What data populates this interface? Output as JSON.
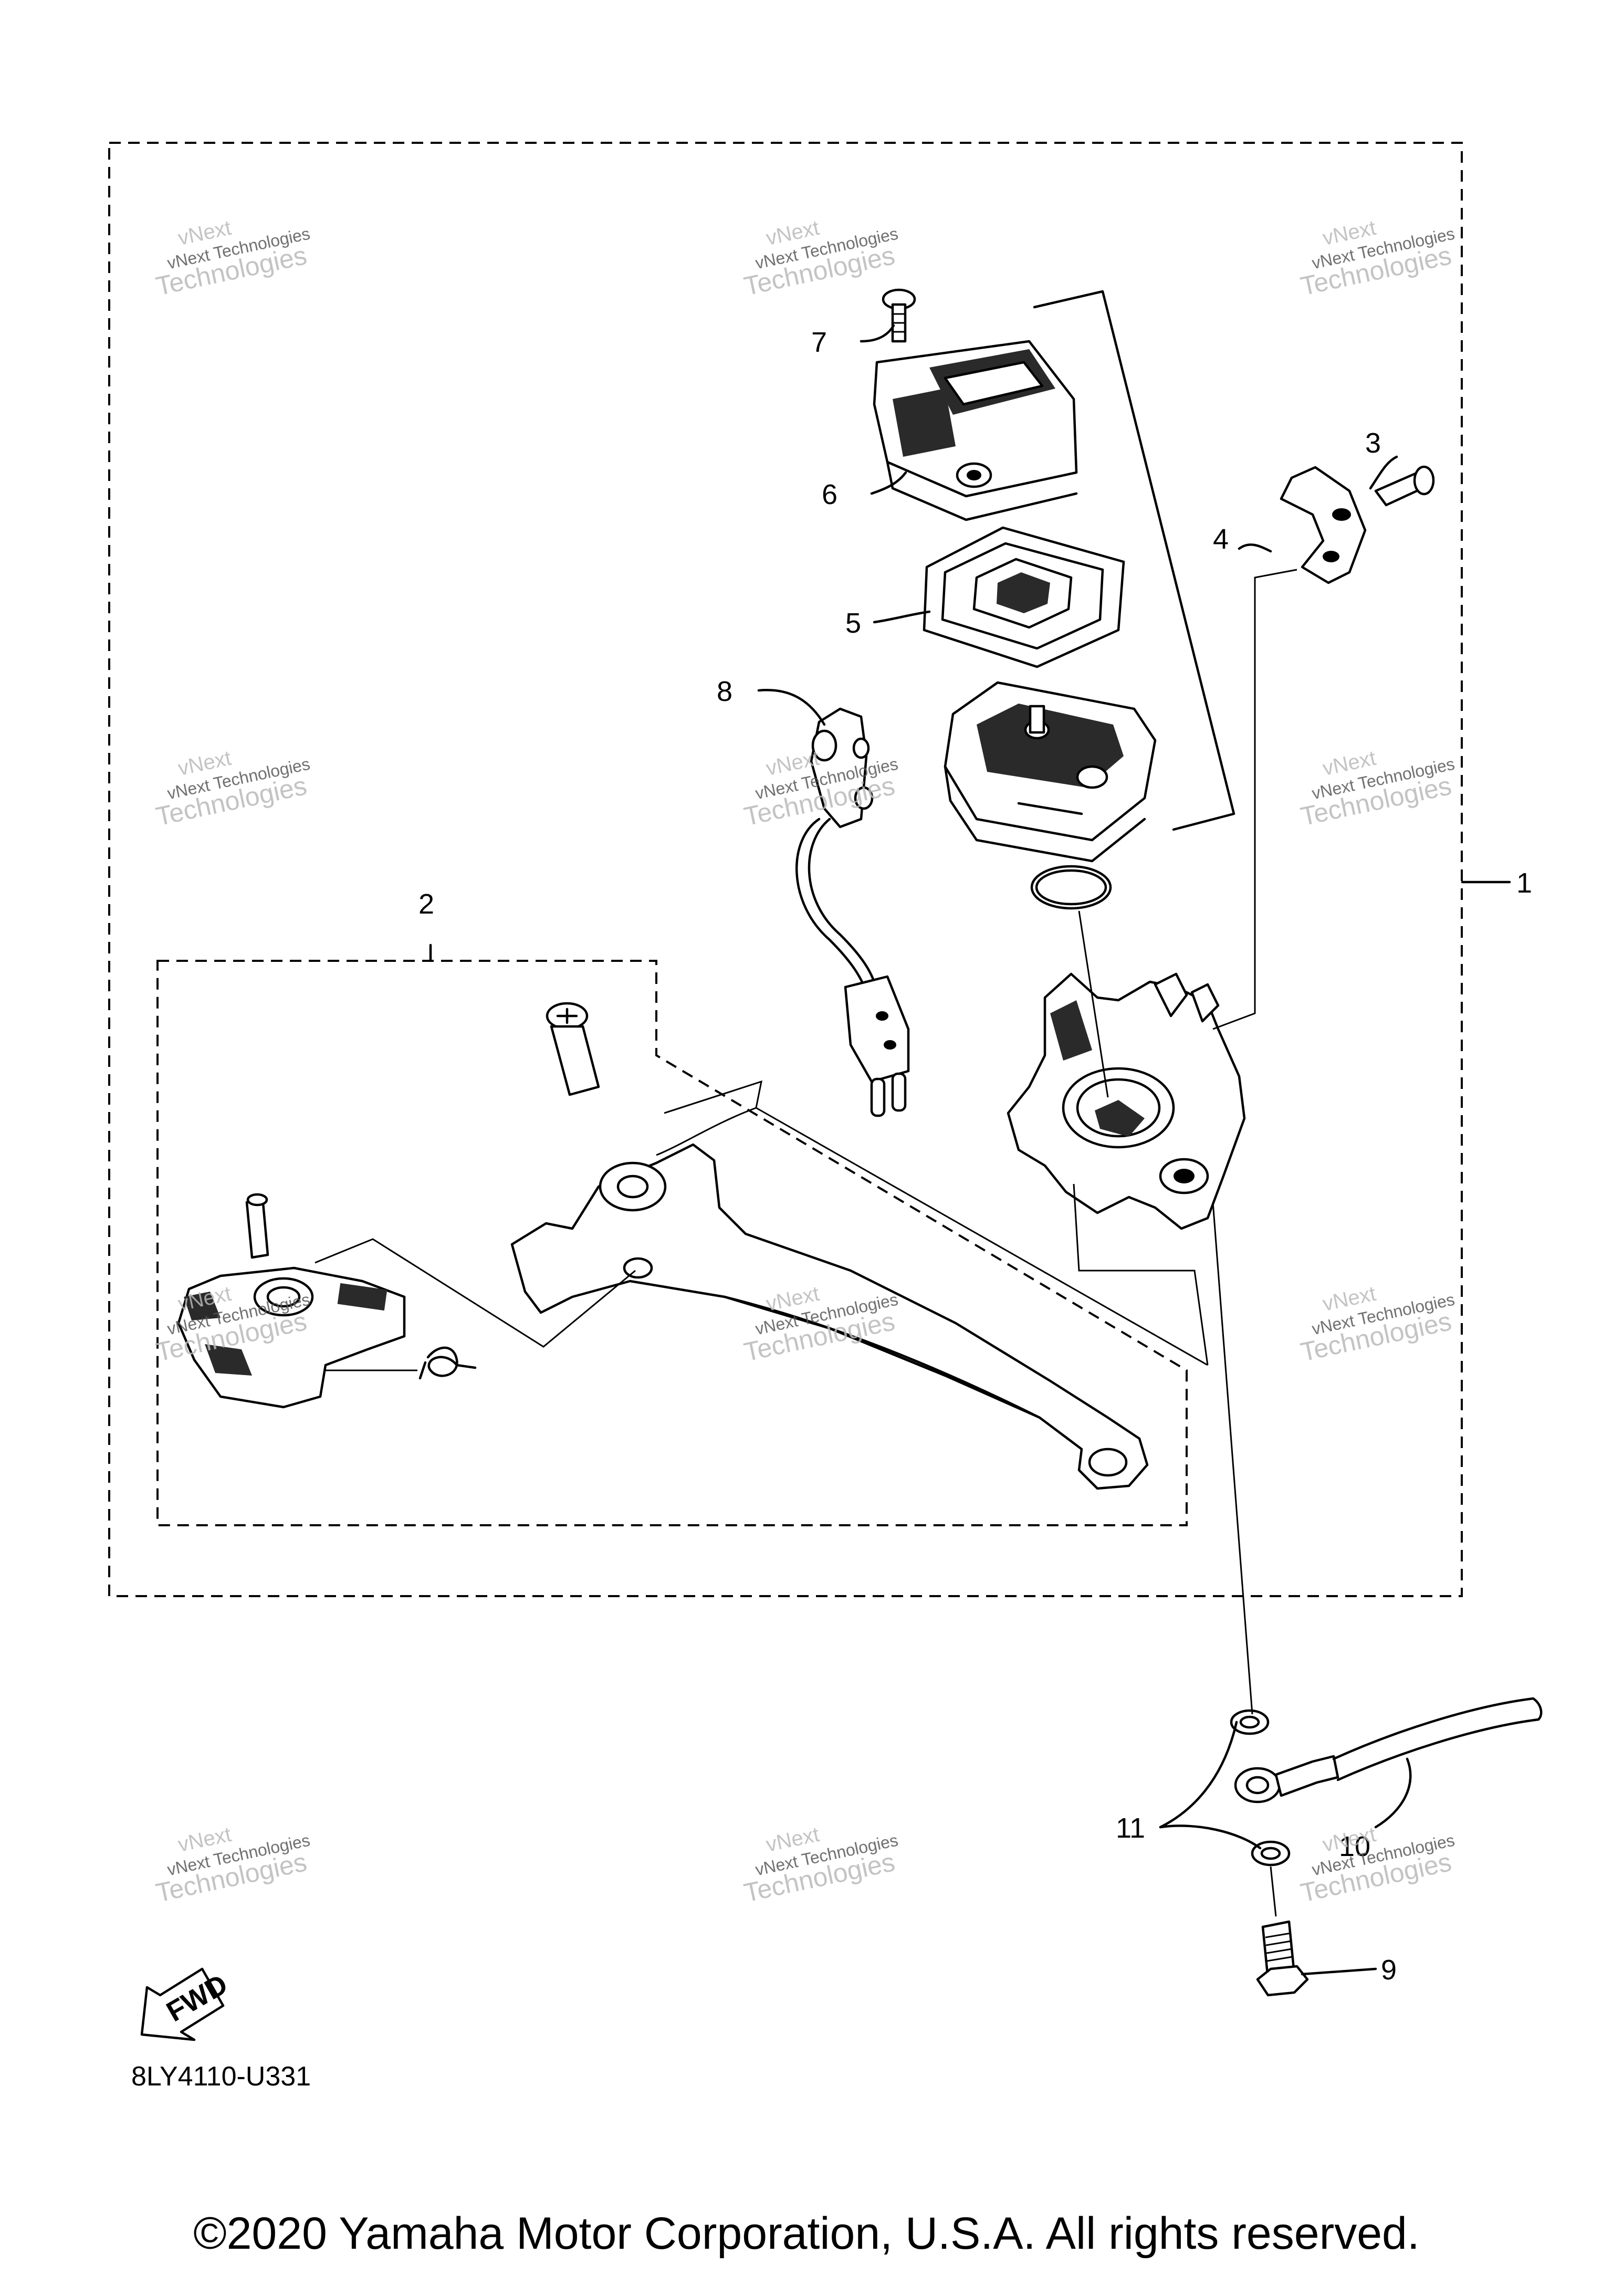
{
  "diagram": {
    "callouts": [
      "1",
      "2",
      "3",
      "4",
      "5",
      "6",
      "7",
      "8",
      "9",
      "10",
      "11"
    ],
    "fwd_label": "FWD",
    "part_code": "8LY4110-U331",
    "watermark": [
      "vNext Technologies",
      "vNext",
      "Technologies"
    ],
    "copyright": "©2020 Yamaha Motor Corporation, U.S.A. All rights reserved."
  }
}
